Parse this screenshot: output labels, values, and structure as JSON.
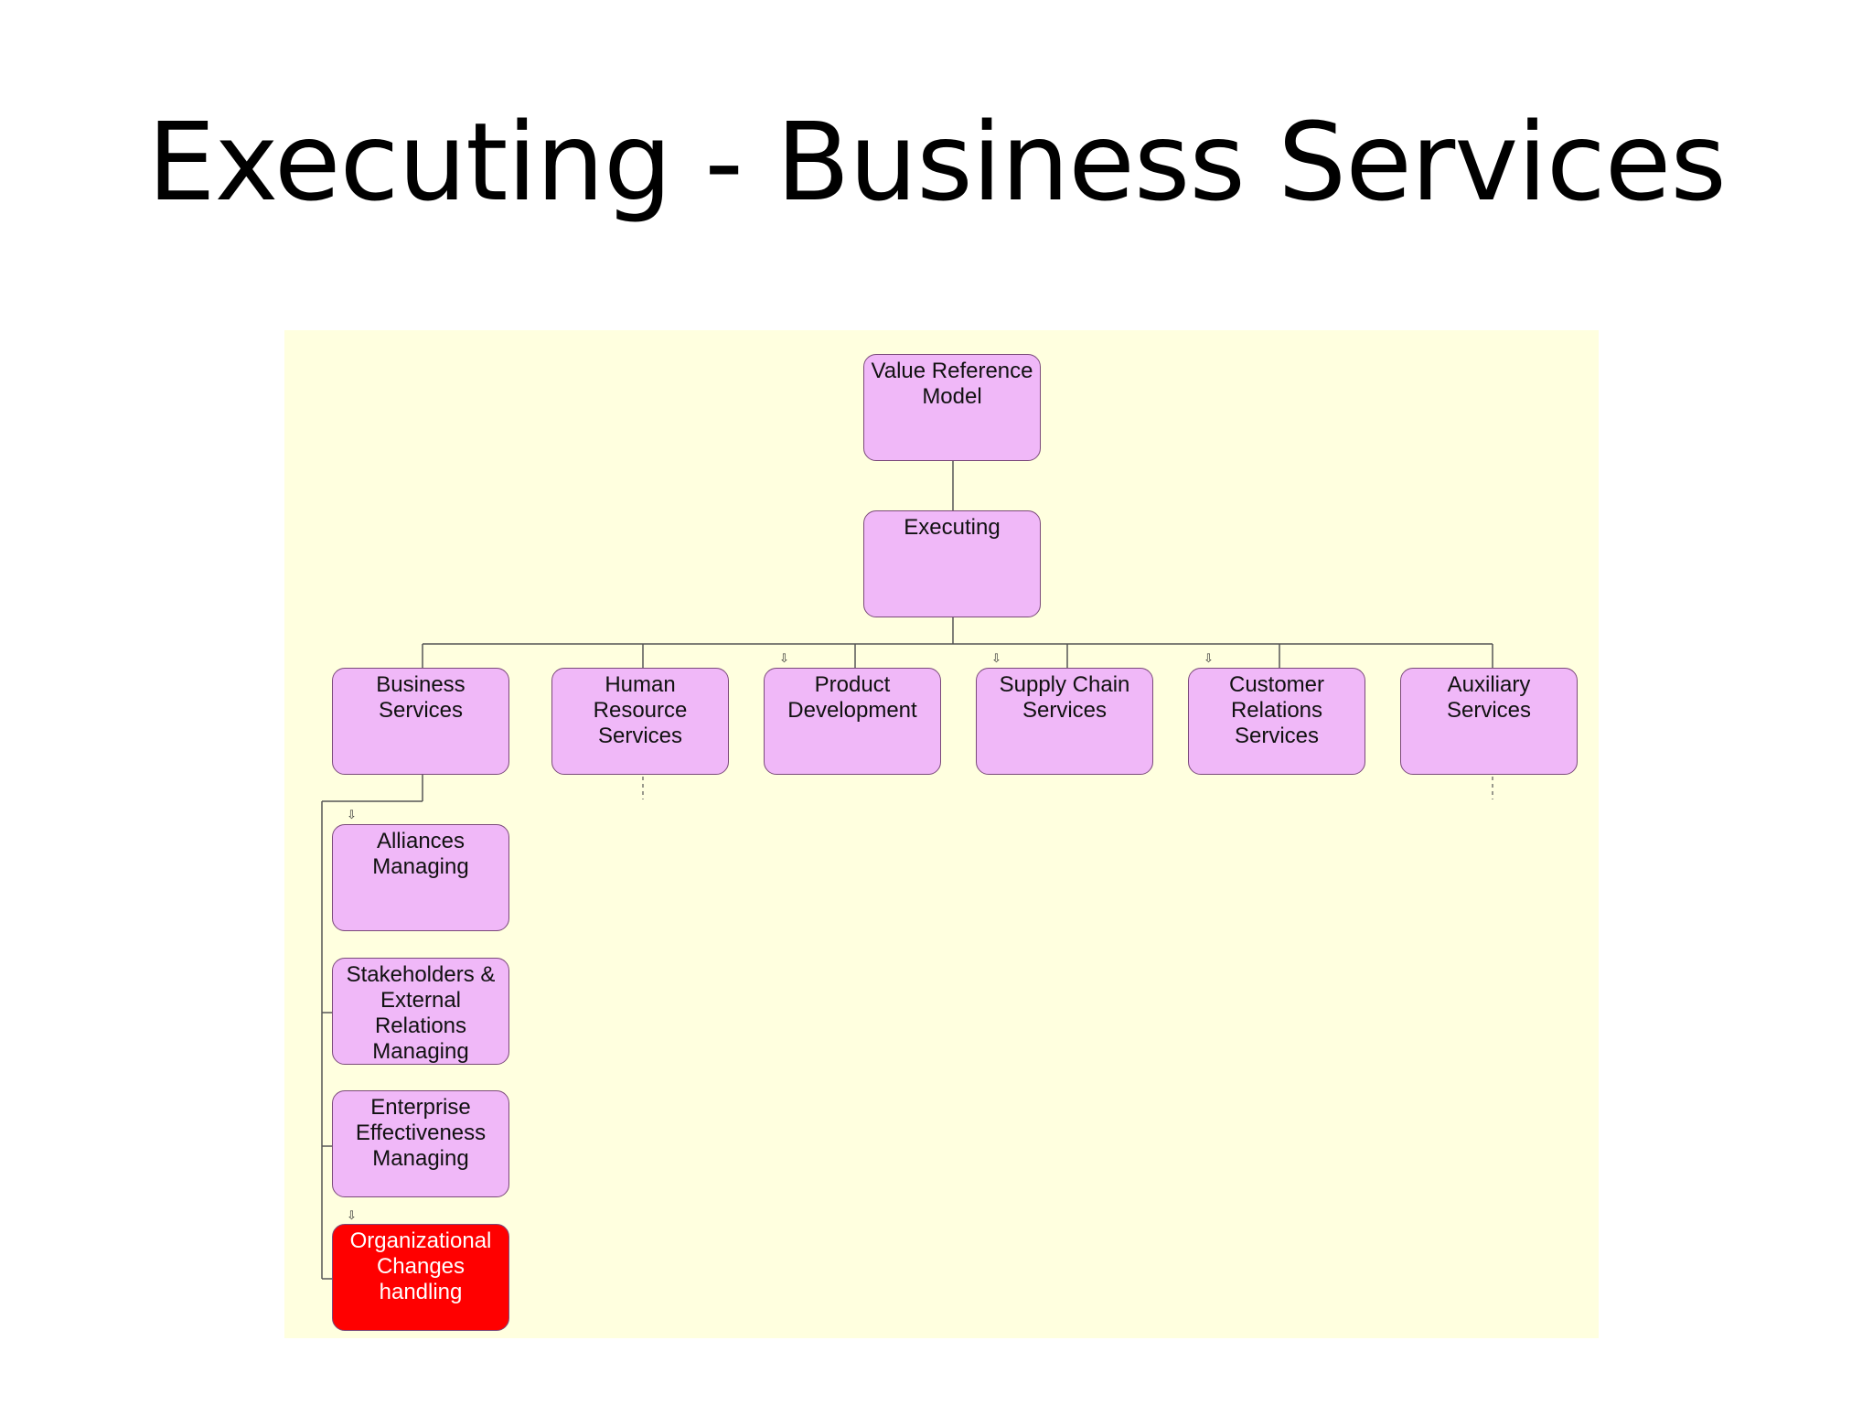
{
  "title": "Executing - Business Services",
  "colors": {
    "canvas": "#ffffdf",
    "node_fill": "#f0b8f8",
    "node_border": "#7a4a7a",
    "highlight_fill": "#ff0000",
    "highlight_text": "#ffffff"
  },
  "flag_icon": "arrow-down-outline-icon",
  "nodes": {
    "root": [
      "Value Reference",
      "Model"
    ],
    "executing": [
      "Executing"
    ],
    "business_services": [
      "Business",
      "Services"
    ],
    "human_resource_services": [
      "Human",
      "Resource",
      "Services"
    ],
    "product_development": [
      "Product",
      "Development"
    ],
    "supply_chain_services": [
      "Supply Chain",
      "Services"
    ],
    "customer_relations_services": [
      "Customer",
      "Relations",
      "Services"
    ],
    "auxiliary_services": [
      "Auxiliary Services"
    ],
    "alliances_managing": [
      "Alliances",
      "Managing"
    ],
    "stakeholders_external_relations_managing": [
      "Stakeholders &",
      "External",
      "Relations",
      "Managing"
    ],
    "enterprise_effectiveness_managing": [
      "Enterprise",
      "Effectiveness",
      "Managing"
    ],
    "organizational_changes_handling": [
      "Organizational",
      "Changes",
      "handling"
    ]
  },
  "flags": [
    "⇩",
    "⇩",
    "⇩",
    "⇩",
    "⇩"
  ]
}
